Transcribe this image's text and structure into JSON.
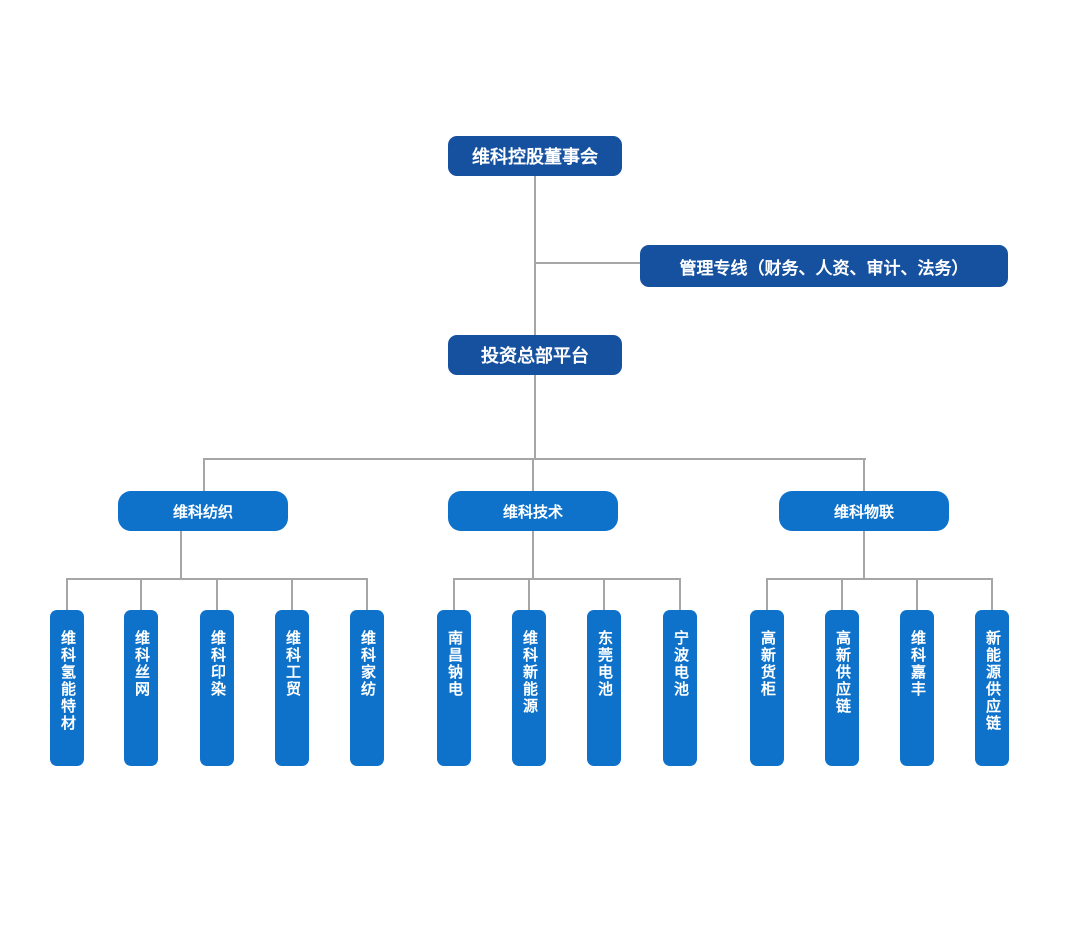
{
  "org": {
    "root": {
      "label": "维科控股董事会"
    },
    "management": {
      "label": "管理专线（财务、人资、审计、法务）"
    },
    "platform": {
      "label": "投资总部平台"
    },
    "divisions": [
      {
        "label": "维科纺织",
        "children": [
          {
            "label": "维科氢能特材"
          },
          {
            "label": "维科丝网"
          },
          {
            "label": "维科印染"
          },
          {
            "label": "维科工贸"
          },
          {
            "label": "维科家纺"
          }
        ]
      },
      {
        "label": "维科技术",
        "children": [
          {
            "label": "南昌钠电"
          },
          {
            "label": "维科新能源"
          },
          {
            "label": "东莞电池"
          },
          {
            "label": "宁波电池"
          }
        ]
      },
      {
        "label": "维科物联",
        "children": [
          {
            "label": "高新货柜"
          },
          {
            "label": "高新供应链"
          },
          {
            "label": "维科嘉丰"
          },
          {
            "label": "新能源供应链"
          }
        ]
      }
    ],
    "colors": {
      "dark_blue": "#15519f",
      "bright_blue": "#0e72cb",
      "connector_gray": "#a6a6a6",
      "text_white": "#ffffff",
      "background": "#ffffff"
    }
  }
}
